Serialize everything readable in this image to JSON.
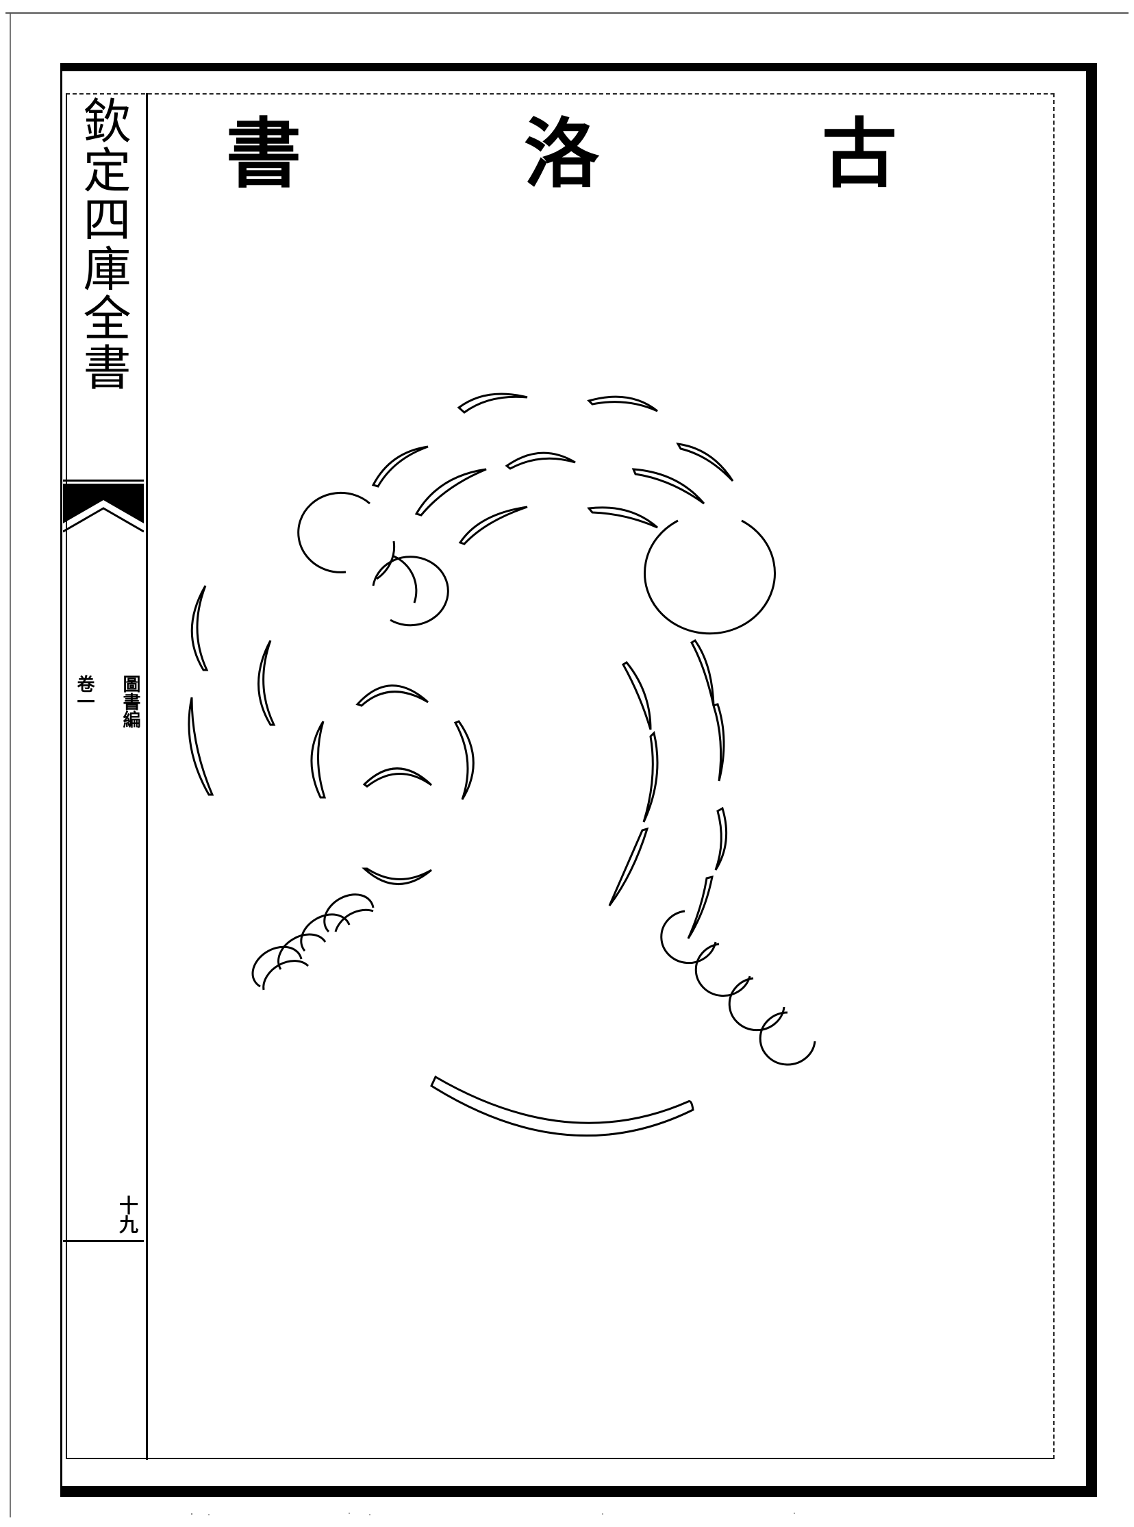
{
  "margin": {
    "collection_title": "欽定四庫全書",
    "section": "圖書編",
    "volume": "卷一",
    "page_number": "十九"
  },
  "diagram": {
    "title_chars": [
      "古",
      "洛",
      "書"
    ]
  }
}
